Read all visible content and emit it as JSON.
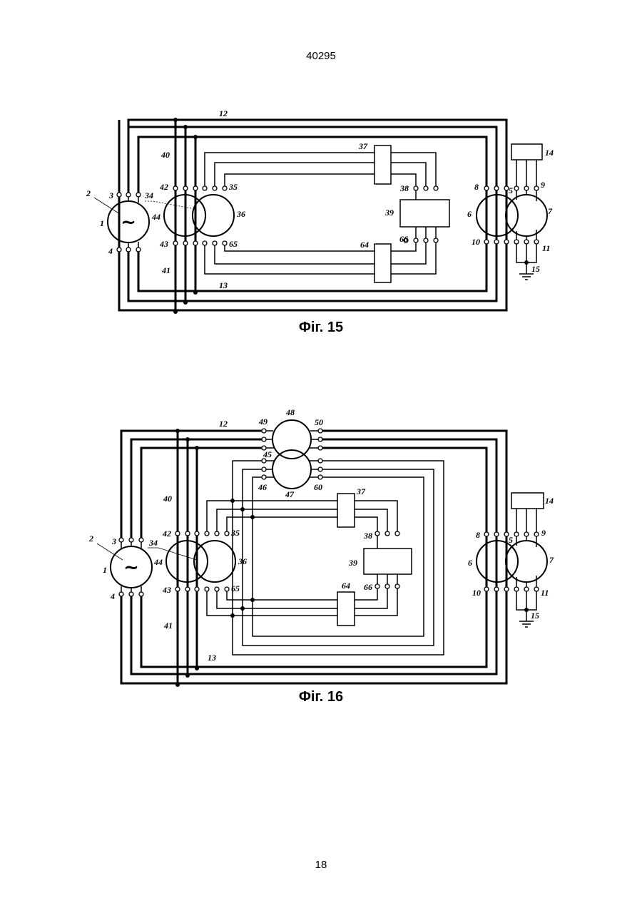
{
  "header": {
    "document_number": "40295"
  },
  "footer": {
    "page_number": "18"
  },
  "figures": [
    {
      "caption": "Фіг. 15",
      "generator_symbol": "~",
      "labels": {
        "l12": "12",
        "l40": "40",
        "l37": "37",
        "l14": "14",
        "l2": "2",
        "l3": "3",
        "l34": "34",
        "l42": "42",
        "l35": "35",
        "l38": "38",
        "l8": "8",
        "l5": "5",
        "l9": "9",
        "l1": "1",
        "l44": "44",
        "l36": "36",
        "l39": "39",
        "l6": "6",
        "l7": "7",
        "l4": "4",
        "l43": "43",
        "l65": "65",
        "l64": "64",
        "l66": "66",
        "l10": "10",
        "l11": "11",
        "l41": "41",
        "l15": "15",
        "l13": "13"
      }
    },
    {
      "caption": "Фіг. 16",
      "generator_symbol": "~",
      "labels": {
        "l12": "12",
        "l49": "49",
        "l48": "48",
        "l50": "50",
        "l45": "45",
        "l46": "46",
        "l47": "47",
        "l60": "60",
        "l40": "40",
        "l37": "37",
        "l14": "14",
        "l2": "2",
        "l3": "3",
        "l34": "34",
        "l42": "42",
        "l35": "35",
        "l38": "38",
        "l8": "8",
        "l5": "5",
        "l9": "9",
        "l1": "1",
        "l44": "44",
        "l36": "36",
        "l39": "39",
        "l6": "6",
        "l7": "7",
        "l4": "4",
        "l43": "43",
        "l65": "65",
        "l64": "64",
        "l66": "66",
        "l10": "10",
        "l11": "11",
        "l41": "41",
        "l15": "15",
        "l13": "13"
      }
    }
  ]
}
